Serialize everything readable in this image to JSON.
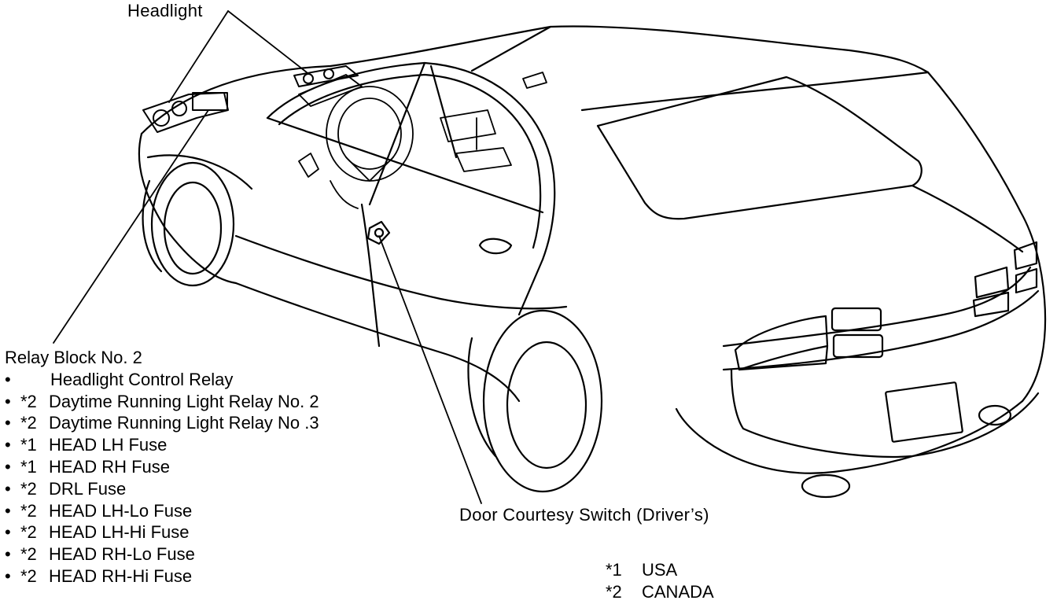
{
  "labels": {
    "headlight": "Headlight",
    "relay_block": "Relay Block No. 2",
    "door_switch": "Door Courtesy Switch (Driver’s)"
  },
  "relay_items": [
    {
      "bullet": "•",
      "mark": "",
      "name": "Headlight Control Relay"
    },
    {
      "bullet": "•",
      "mark": "*2",
      "name": "Daytime Running Light Relay No. 2"
    },
    {
      "bullet": "•",
      "mark": "*2",
      "name": "Daytime Running Light Relay No .3"
    },
    {
      "bullet": "•",
      "mark": "*1",
      "name": "HEAD LH Fuse"
    },
    {
      "bullet": "•",
      "mark": "*1",
      "name": "HEAD RH Fuse"
    },
    {
      "bullet": "•",
      "mark": "*2",
      "name": "DRL Fuse"
    },
    {
      "bullet": "•",
      "mark": "*2",
      "name": "HEAD LH-Lo Fuse"
    },
    {
      "bullet": "•",
      "mark": "*2",
      "name": "HEAD LH-Hi Fuse"
    },
    {
      "bullet": "•",
      "mark": "*2",
      "name": "HEAD RH-Lo Fuse"
    },
    {
      "bullet": "•",
      "mark": "*2",
      "name": "HEAD RH-Hi Fuse"
    }
  ],
  "notes": [
    {
      "symbol": "*1",
      "text": "USA"
    },
    {
      "symbol": "*2",
      "text": "CANADA"
    }
  ]
}
